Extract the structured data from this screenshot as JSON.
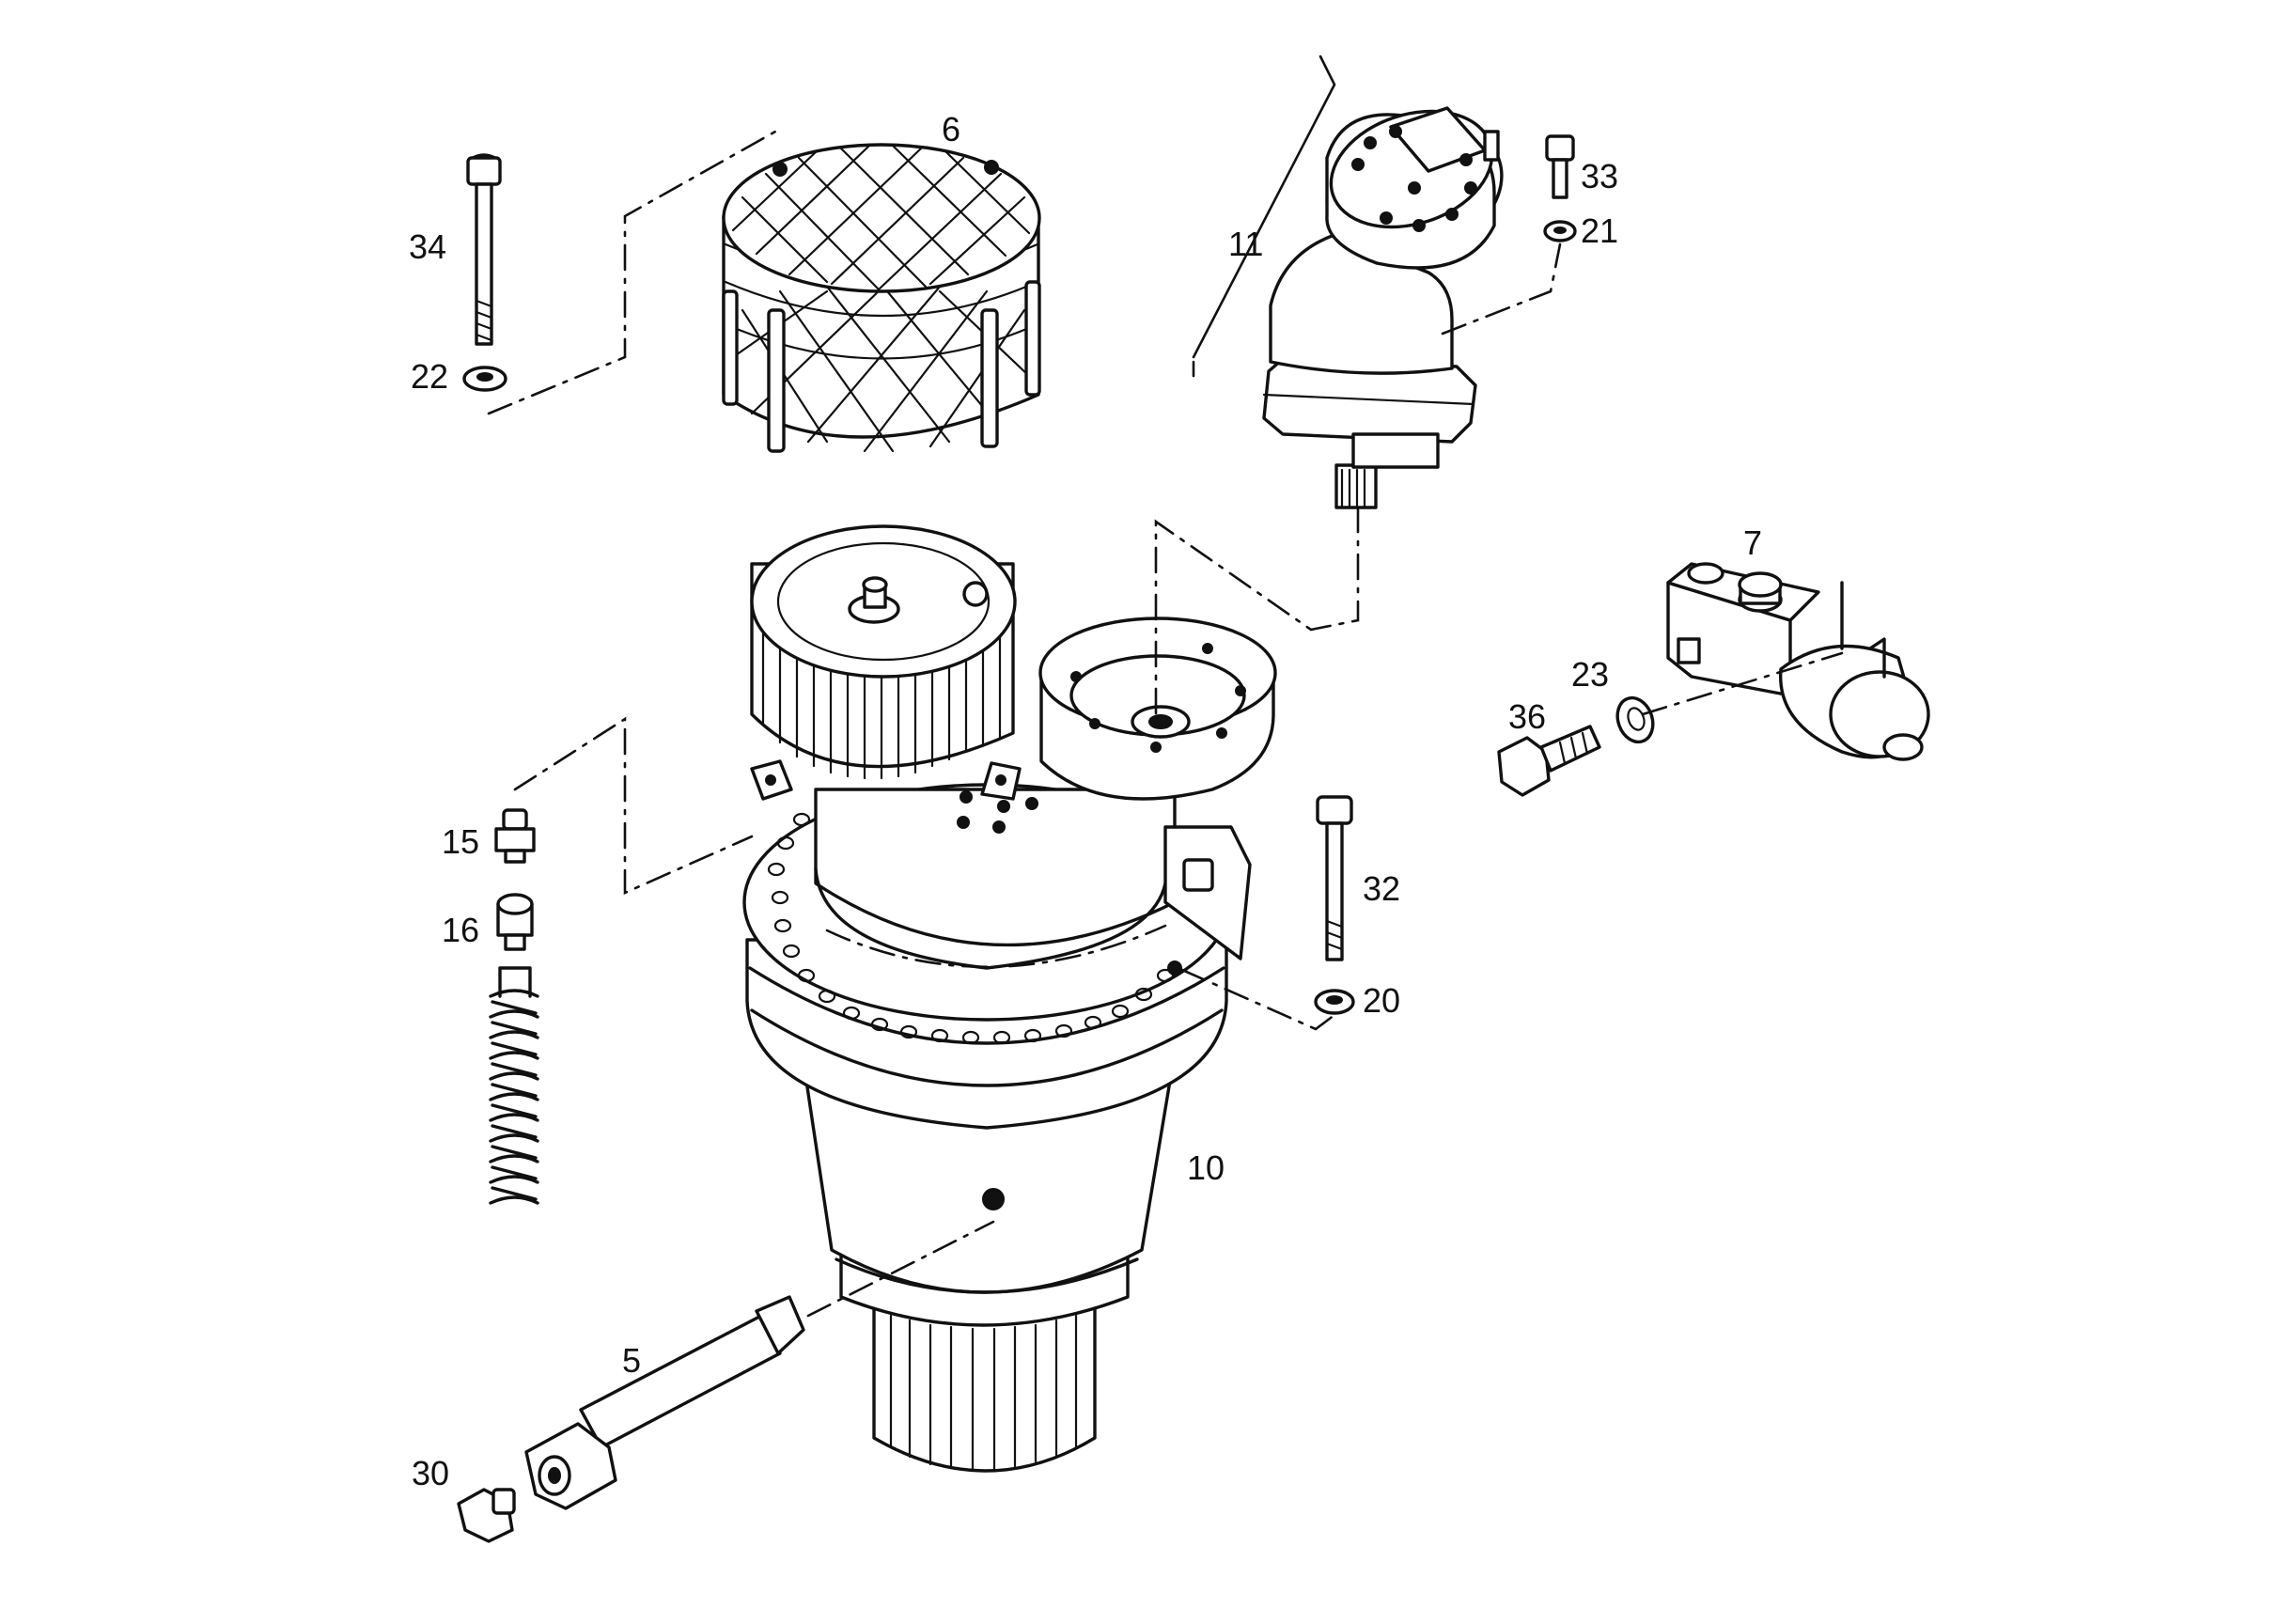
{
  "callouts": {
    "c5": "5",
    "c6": "6",
    "c7": "7",
    "c10": "10",
    "c11": "11",
    "c15": "15",
    "c16": "16",
    "c20": "20",
    "c21": "21",
    "c22": "22",
    "c23": "23",
    "c30": "30",
    "c32": "32",
    "c33": "33",
    "c34": "34",
    "c36": "36"
  }
}
